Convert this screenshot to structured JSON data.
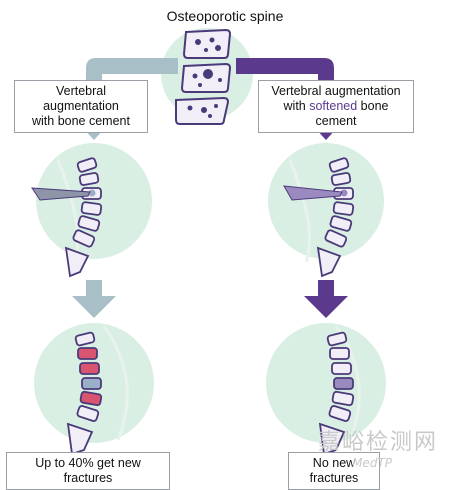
{
  "title": "Osteoporotic spine",
  "left_branch": {
    "label_line1": "Vertebral augmentation",
    "label_line2": "with bone cement",
    "result": "Up to 40% get new fractures",
    "color": "#a9bfc8"
  },
  "right_branch": {
    "label_line1": "Vertebral augmentation",
    "label_line2_pre": "with ",
    "label_line2_highlight": "softened",
    "label_line2_post": " bone cement",
    "result": "No new fractures",
    "color": "#5b3a8e"
  },
  "colors": {
    "circle_fill": "#d9efe3",
    "bone_fill": "#f1eef7",
    "bone_stroke": "#4b3a7a",
    "fracture_red": "#d9546f",
    "cement_purple": "#9b8ac0",
    "cement_grey": "#8f95a8"
  },
  "watermark": {
    "cn": "嘉峪检测网",
    "en": "MedTP"
  }
}
